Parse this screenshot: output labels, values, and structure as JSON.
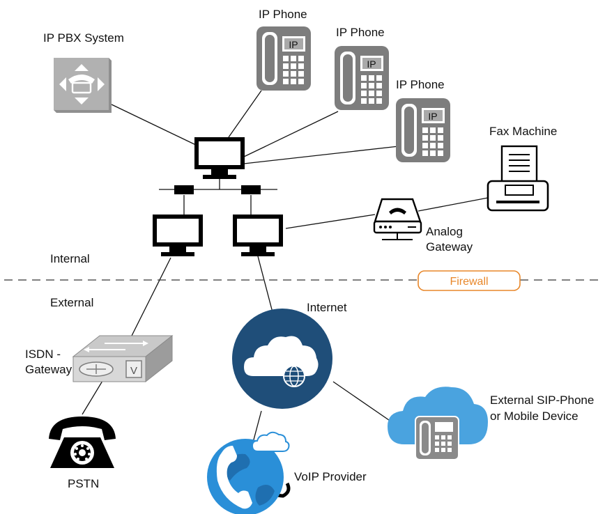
{
  "labels": {
    "ip_pbx": "IP PBX System",
    "ip_phone_1": "IP Phone",
    "ip_phone_2": "IP Phone",
    "ip_phone_3": "IP Phone",
    "fax_machine": "Fax Machine",
    "analog_gateway_line1": "Analog",
    "analog_gateway_line2": "Gateway",
    "internal": "Internal",
    "external": "External",
    "firewall": "Firewall",
    "internet": "Internet",
    "isdn_line1": "ISDN -",
    "isdn_line2": "Gateway",
    "pstn": "PSTN",
    "voip_provider": "VoIP Provider",
    "sip_line1": "External SIP-Phone",
    "sip_line2": "or Mobile Device"
  },
  "phone_badge": "IP",
  "isdn_badge": "V",
  "colors": {
    "line": "#111111",
    "device_gray": "#7d7d7d",
    "pbx_gray": "#a9a9a9",
    "internet_blue": "#1f4e79",
    "cloud_blue": "#4aa3df",
    "voip_blue": "#2a8fd8",
    "firewall_orange": "#e8872a"
  }
}
